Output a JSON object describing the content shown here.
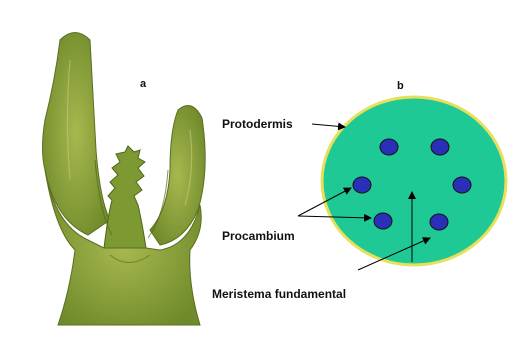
{
  "panels": {
    "a": "a",
    "b": "b"
  },
  "labels": {
    "protodermis": "Protodermis",
    "procambium": "Procambium",
    "meristema": "Meristema fundamental"
  },
  "colors": {
    "ground_tissue": "#1fc995",
    "protoderm_outline": "#e8e05a",
    "procambium_strand": "#2a2fb8",
    "plant_tissue": "#8fa640"
  }
}
